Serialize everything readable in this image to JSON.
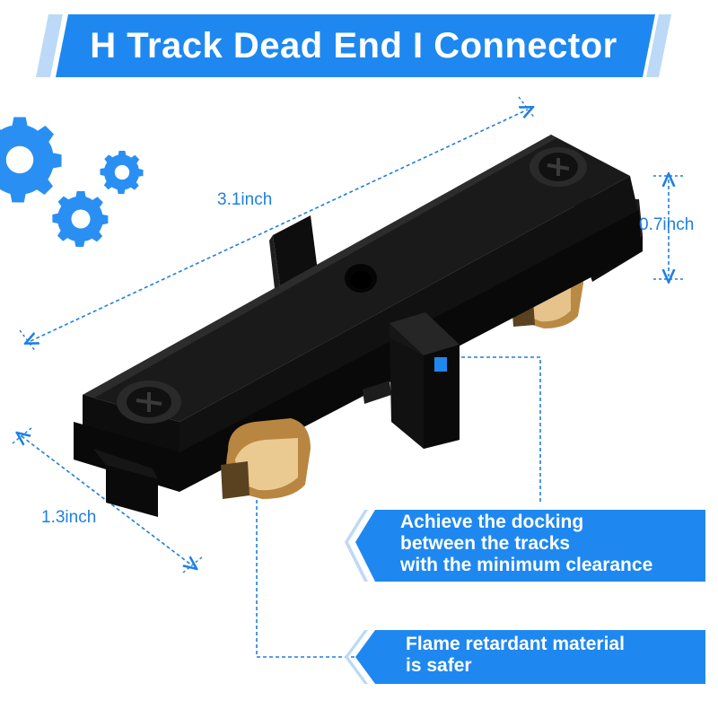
{
  "title": "H Track Dead End I Connector",
  "dimensions": {
    "length": "3.1inch",
    "height": "0.7inch",
    "width": "1.3inch"
  },
  "callouts": {
    "docking": {
      "line1": "Achieve the docking",
      "line2": "between the tracks",
      "line3": "with the minimum clearance"
    },
    "material": {
      "line1": "Flame retardant material",
      "line2": "is safer"
    }
  },
  "icons": {
    "gears": "gear-icon"
  },
  "colors": {
    "brand_blue": "#1e88f0",
    "label_blue": "#1e7fe0",
    "gear_blue": "#2a8ff2",
    "connector_black": "#141414",
    "contact_gold": "#c9964e"
  }
}
